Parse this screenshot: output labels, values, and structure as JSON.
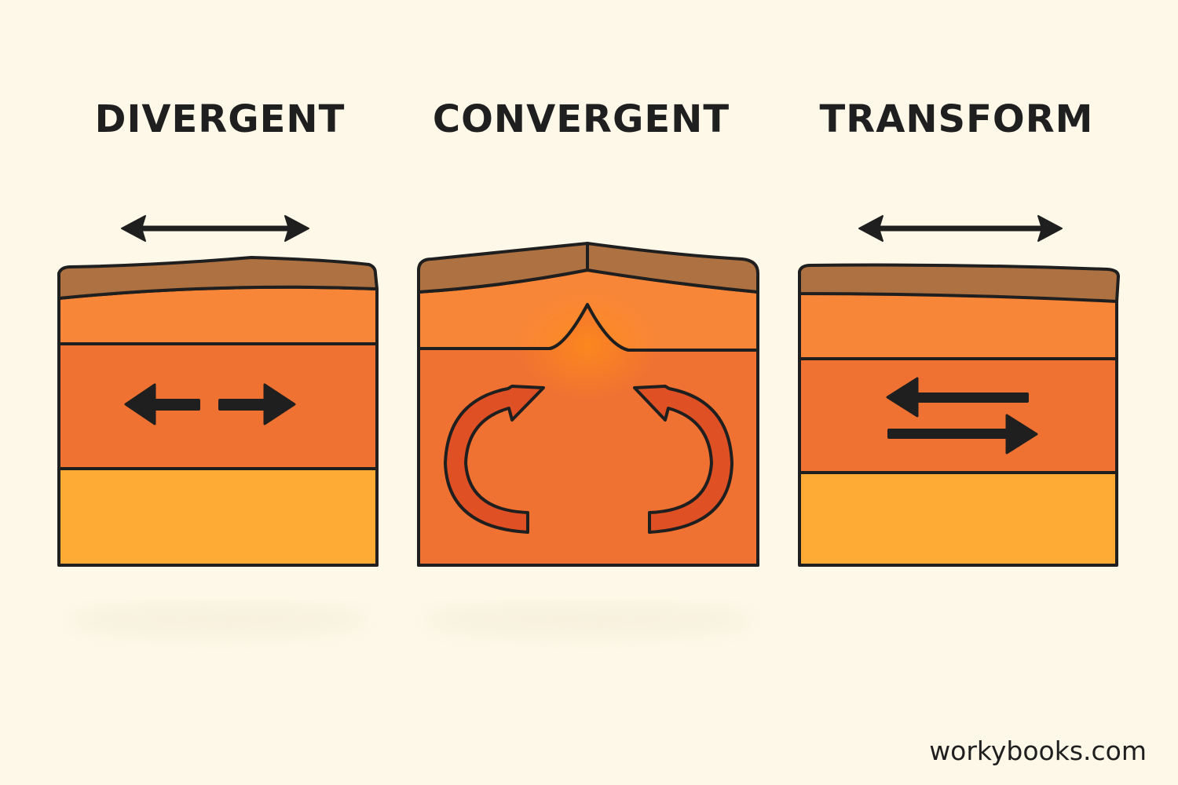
{
  "titles": {
    "divergent": "DIVERGENT",
    "convergent": "CONVERGENT",
    "transform": "TRANSFORM"
  },
  "watermark": "workybooks.com",
  "colors": {
    "background": "#fdf8e8",
    "crust": "#ad7142",
    "lithosphere": "#f88638",
    "asthenosphere": "#f07232",
    "mantle": "#fdab34",
    "convection_arrow": "#e05025",
    "outline": "#1f1f1f"
  },
  "icons": {
    "divergent_top": "double-headed-arrow-icon",
    "divergent_inner": "diverging-arrows-icon",
    "convergent_left": "curved-arrow-icon",
    "convergent_right": "curved-arrow-icon",
    "transform_top": "double-headed-arrow-icon",
    "transform_inner": "opposing-arrows-icon"
  }
}
